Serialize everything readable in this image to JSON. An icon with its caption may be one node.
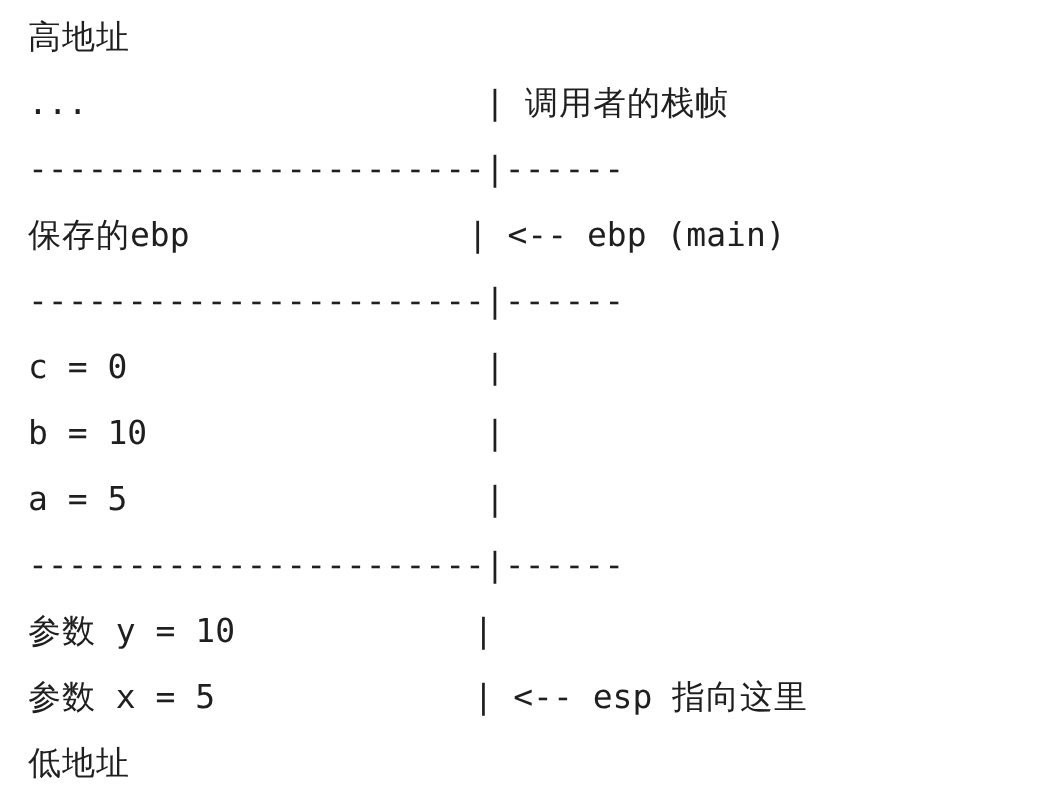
{
  "diagram": {
    "labels": [
      "高地址",
      "...                    | 调用者的栈帧",
      "-----------------------|------",
      "保存的ebp              | <-- ebp (main)",
      "-----------------------|------",
      "c = 0                  |",
      "b = 10                 |",
      "a = 5                  |",
      "-----------------------|------",
      "参数 y = 10            |",
      "参数 x = 5             | <-- esp 指向这里",
      "低地址"
    ]
  }
}
